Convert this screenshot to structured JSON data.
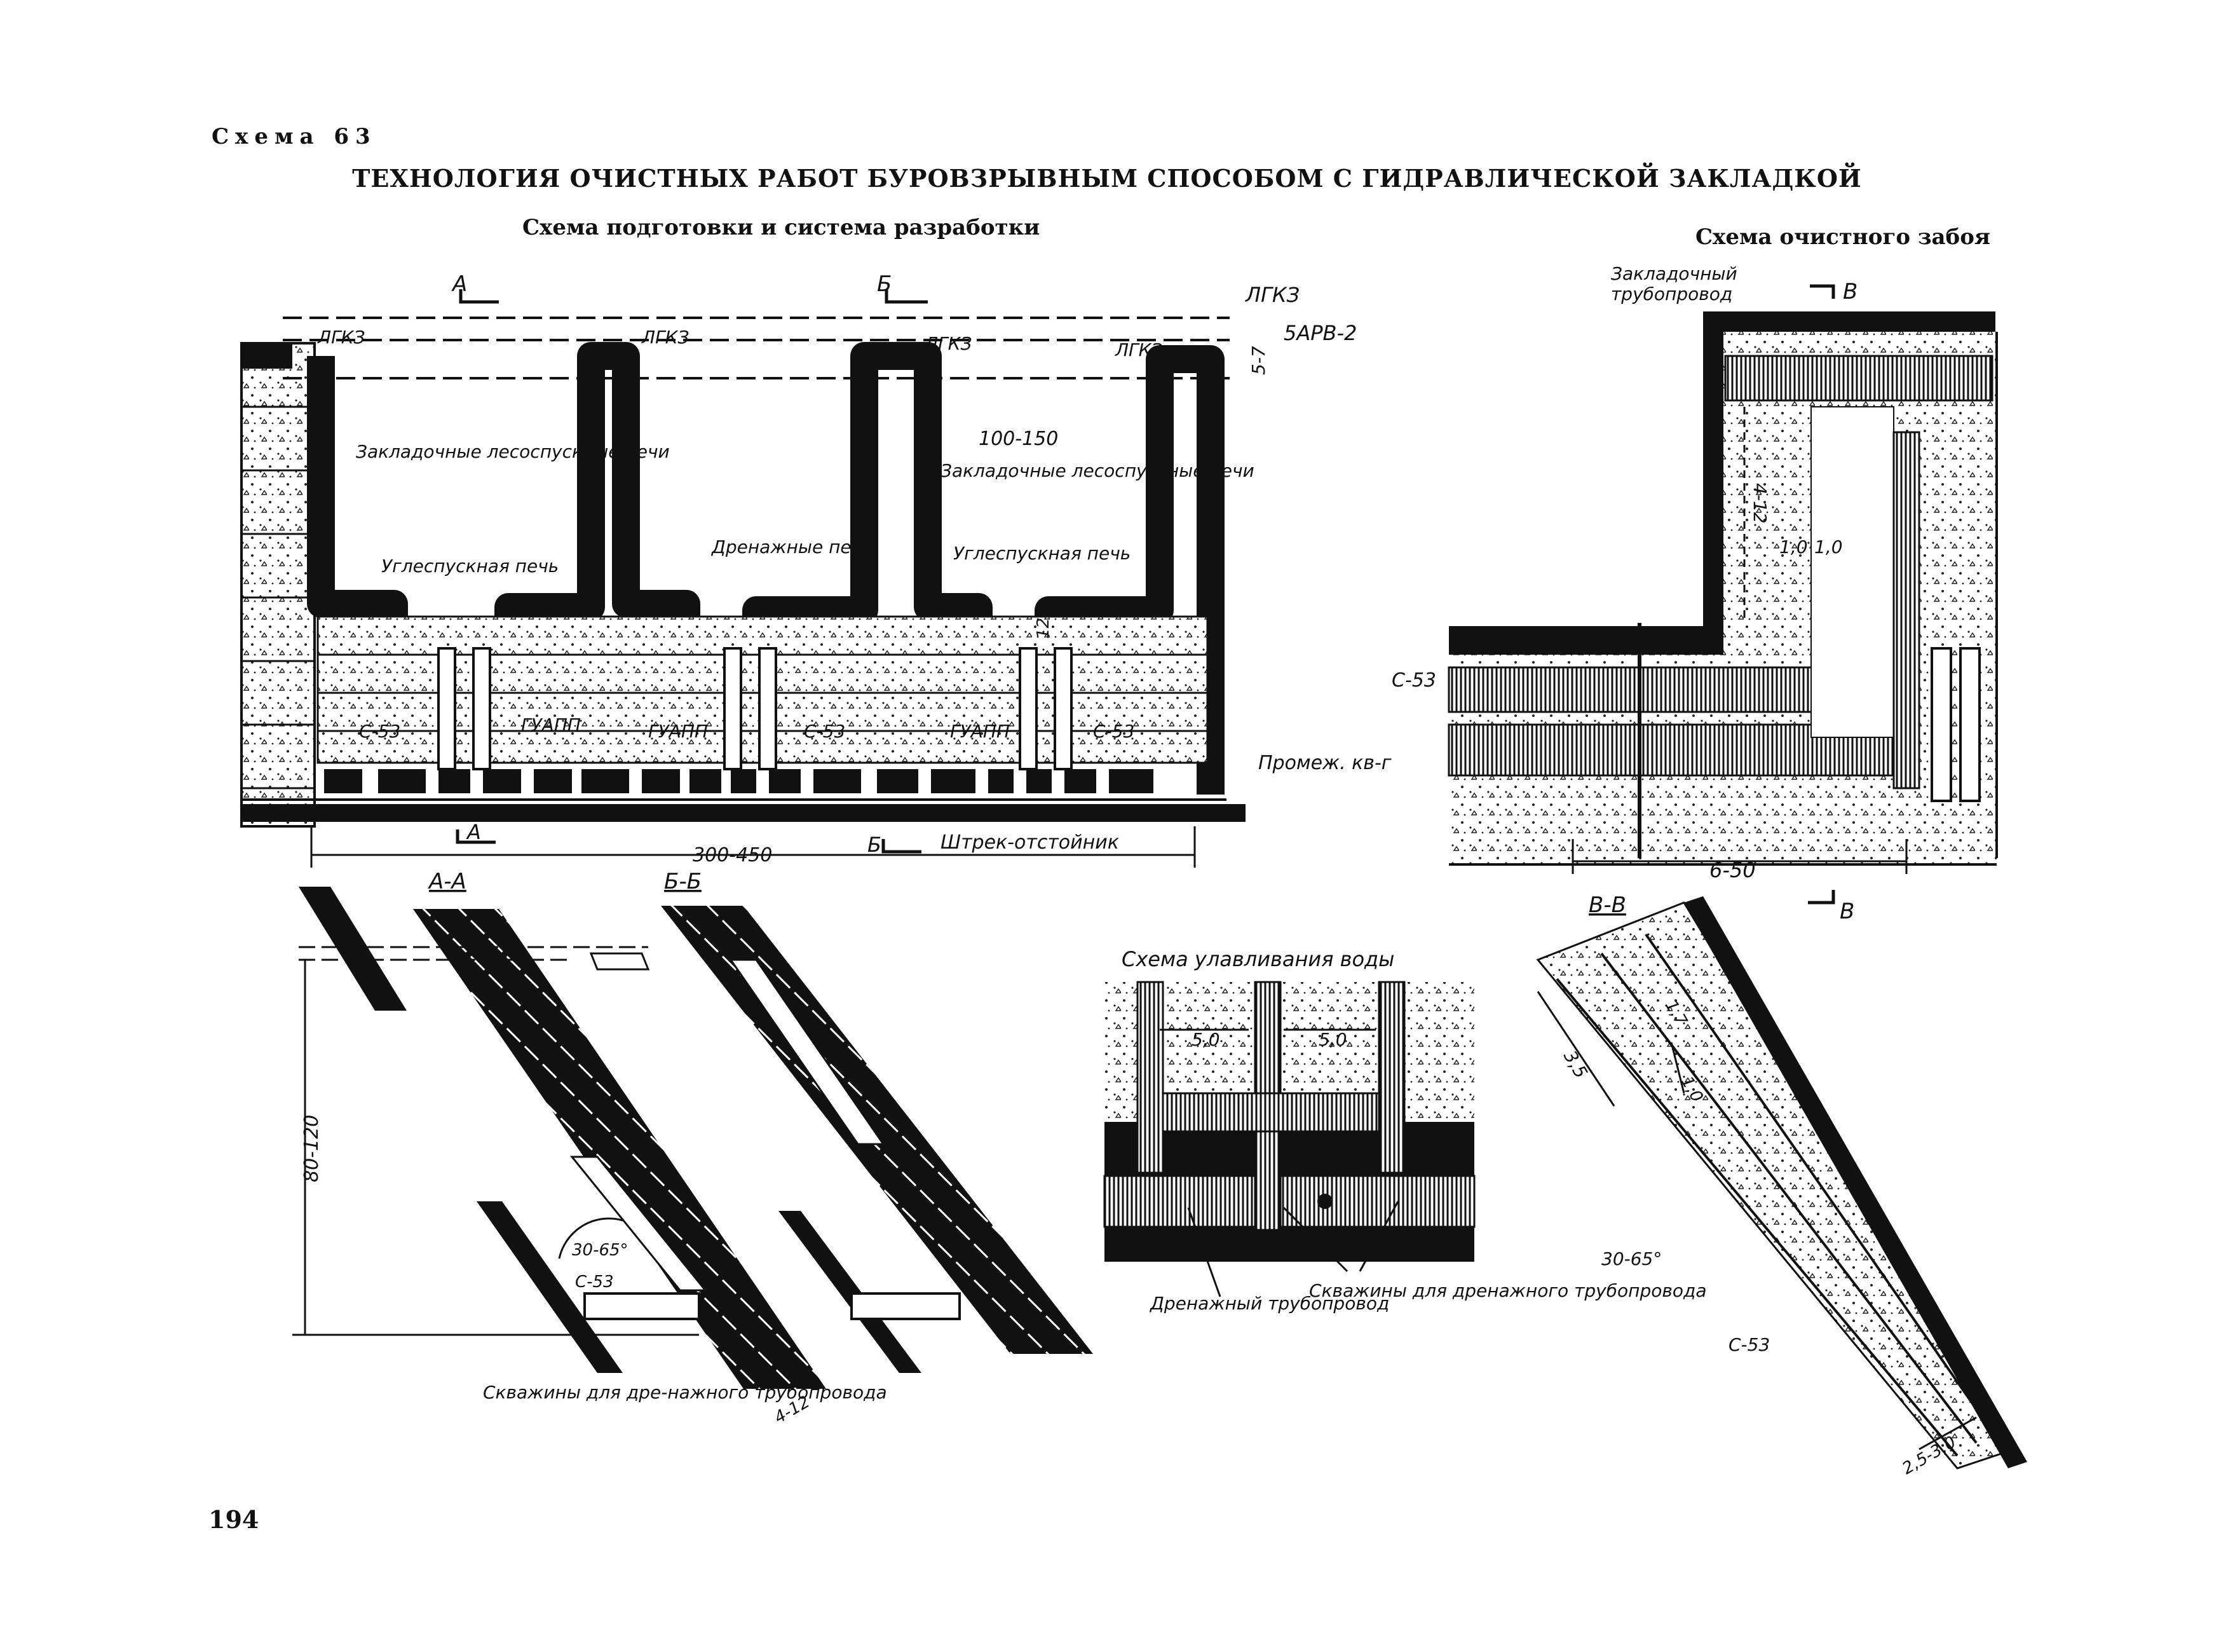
{
  "header": {
    "scheme_number": "Схема 63",
    "title": "ТЕХНОЛОГИЯ ОЧИСТНЫХ РАБОТ БУРОВЗРЫВНЫМ СПОСОБОМ С ГИДРАВЛИЧЕСКОЙ ЗАКЛАДКОЙ",
    "subtitle_left": "Схема подготовки и система разработки",
    "subtitle_right": "Схема очистного забоя"
  },
  "plan": {
    "section_a": "А",
    "section_b": "Б",
    "lgkz": "ЛГКЗ",
    "arv": "5АРВ-2",
    "dim_5_7": "5-7",
    "dim_100_150": "100-150",
    "fill_chutes": "Закладочные лесоспускные печи",
    "coal_chute": "Углеспускная печь",
    "drain_chutes": "Дренажные печи",
    "c53": "С-53",
    "guapp": "ГУАПП",
    "dim_12": "12",
    "intermediate": "Промеж. кв-г",
    "sump_drift": "Штрек-отстойник",
    "dim_300_450": "300-450"
  },
  "face": {
    "fill_pipeline": "Закладочный трубопровод",
    "section_v": "В",
    "dim_4_12": "4-12",
    "dim_1_0": "1,0",
    "c53": "С-53",
    "dim_6_50": "6-50"
  },
  "sections": {
    "aa": "А-А",
    "bb": "Б-Б",
    "dim_80_120": "80-120",
    "angle": "30-65°",
    "c53": "С-53",
    "wells": "Скважины для дре-нажного трубопровода",
    "dim_4_12": "4-12"
  },
  "water": {
    "title": "Схема улавливания воды",
    "dim_5_0": "5,0",
    "drain_pipeline": "Дренажный трубопровод",
    "wells": "Скважины для дренажного трубопровода"
  },
  "vv": {
    "title": "В-В",
    "dim_3_5": "3,5",
    "dim_1_7": "1,7",
    "dim_1_0": "1,0",
    "angle": "30-65°",
    "c53": "С-53",
    "dim_2_5_3_0": "2,5-3,0"
  },
  "page_number": "194"
}
